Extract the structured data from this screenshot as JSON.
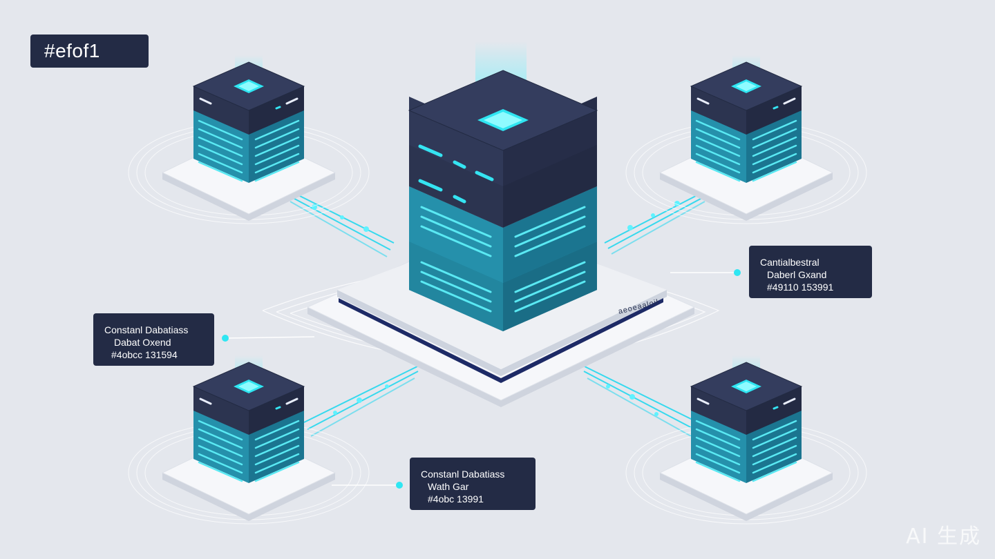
{
  "title": "#efof1",
  "callouts": {
    "right": {
      "line1": "Cantialbestral",
      "line2": "Daberl Gxand",
      "line3": "#49110 153991"
    },
    "left": {
      "line1": "Constanl Dabatiass",
      "line2": "Dabat Oxend",
      "line3": "#4obcc 131594"
    },
    "bottom": {
      "line1": "Constanl Dabatiass",
      "line2": "Wath Gar",
      "line3": "#4obc 13991"
    }
  },
  "base_label": "aeoeaaloil",
  "watermark": "AI 生成",
  "colors": {
    "background": "#e4e7ed",
    "server_dark": "#2c3450",
    "server_teal": "#1f7f99",
    "accent_cyan": "#2fe6f2",
    "label_bg": "#232b45",
    "platform": "#f6f7fa"
  }
}
